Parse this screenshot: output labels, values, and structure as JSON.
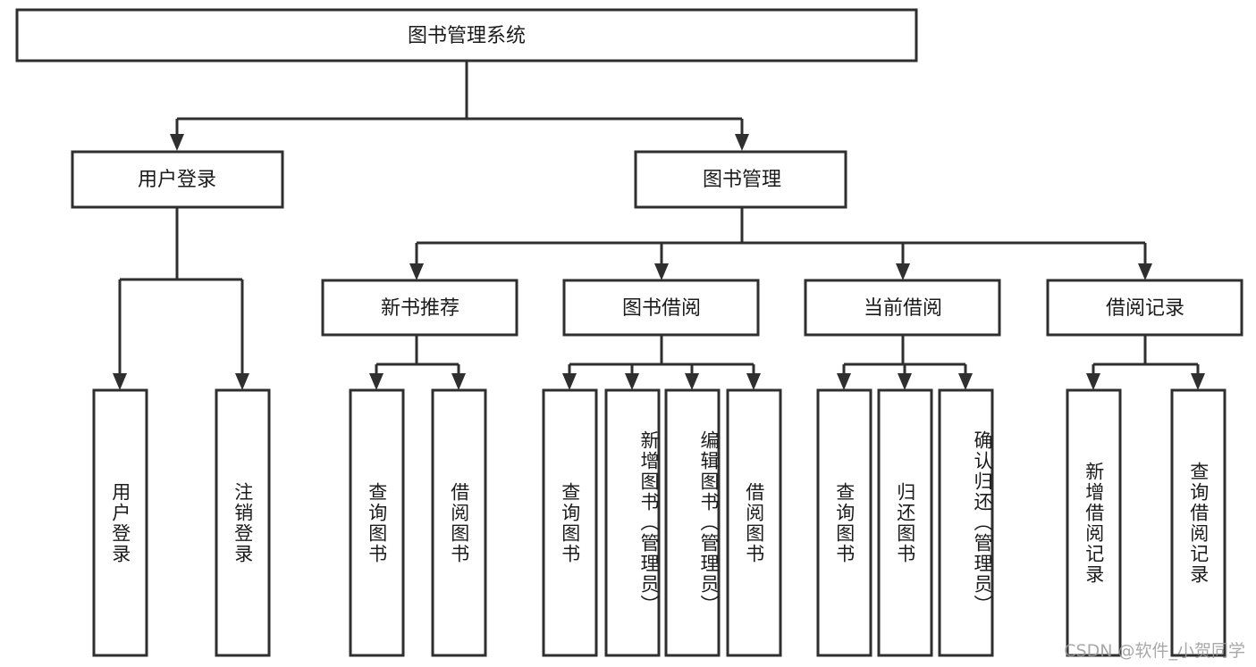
{
  "diagram": {
    "title": "图书管理系统",
    "type": "hierarchy-tree",
    "watermark": "CSDN @软件_小贺同学",
    "colors": {
      "stroke": "#2f2f2f",
      "fill": "#ffffff",
      "text": "#1b1b1b",
      "watermark": "#9a9a9a"
    },
    "levels": {
      "root": {
        "label": "图书管理系统"
      },
      "level2": [
        {
          "label": "用户登录"
        },
        {
          "label": "图书管理"
        }
      ],
      "level3": [
        {
          "label": "新书推荐"
        },
        {
          "label": "图书借阅"
        },
        {
          "label": "当前借阅"
        },
        {
          "label": "借阅记录"
        }
      ],
      "leaves": {
        "user_login": [
          {
            "label": "用户登录"
          },
          {
            "label": "注销登录"
          }
        ],
        "new_book_recommend": [
          {
            "label": "查询图书"
          },
          {
            "label": "借阅图书"
          }
        ],
        "book_borrow": [
          {
            "label": "查询图书"
          },
          {
            "label": "新增图书（管理员）"
          },
          {
            "label": "编辑图书（管理员）"
          },
          {
            "label": "借阅图书"
          }
        ],
        "current_borrow": [
          {
            "label": "查询图书"
          },
          {
            "label": "归还图书"
          },
          {
            "label": "确认归还（管理员）"
          }
        ],
        "borrow_records": [
          {
            "label": "新增借阅记录"
          },
          {
            "label": "查询借阅记录"
          }
        ]
      }
    }
  }
}
